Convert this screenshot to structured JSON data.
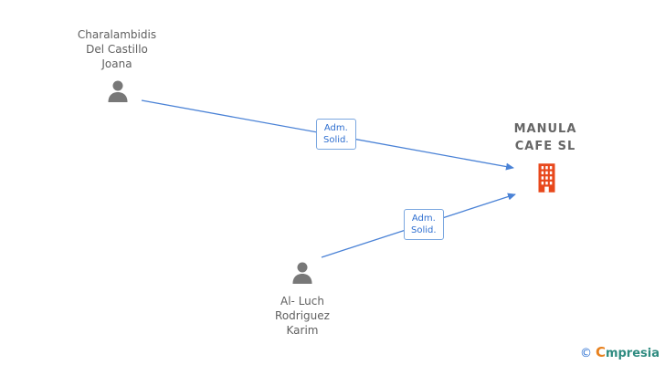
{
  "nodes": {
    "person_top": {
      "lines": [
        "Charalambidis",
        "Del Castillo",
        "Joana"
      ]
    },
    "person_bottom": {
      "lines": [
        "Al-  Luch",
        "Rodriguez",
        "Karim"
      ]
    },
    "company": {
      "lines": [
        "MANULA",
        "CAFE SL"
      ]
    }
  },
  "edges": [
    {
      "label": [
        "Adm.",
        "Solid."
      ]
    },
    {
      "label": [
        "Adm.",
        "Solid."
      ]
    }
  ],
  "footer": {
    "copyright": "©",
    "brand_mark": "C",
    "brand_text": "mpresia"
  },
  "colors": {
    "edge": "#4a82d6",
    "label_text": "#2f6fd0",
    "label_border": "#7aa7e0",
    "person_icon": "#787878",
    "company_icon": "#e8481c",
    "name_text": "#606060",
    "company_text": "#666666",
    "logo_blue": "#2a6fd1",
    "logo_orange": "#e8811e",
    "logo_teal": "#2e8b80"
  }
}
